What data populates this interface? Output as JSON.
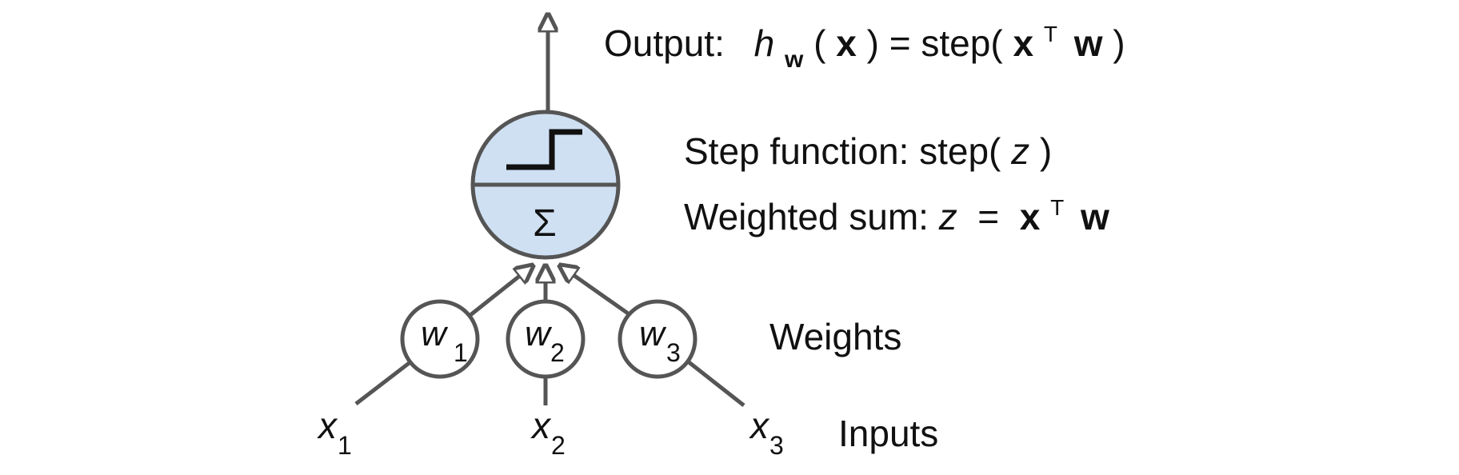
{
  "colors": {
    "stroke": "#555555",
    "neuron_fill": "#cfe0f3",
    "step_glyph": "#111111",
    "text": "#111111"
  },
  "output": {
    "prefix": "Output:",
    "h": "h",
    "h_sub": "w",
    "open": "(",
    "x": "x",
    "close_eq": ") = step(",
    "x2": "x",
    "T": "T",
    "w": "w",
    "end": ")"
  },
  "step_function": {
    "label": "Step function: step(",
    "z": "z",
    "end": ")"
  },
  "weighted_sum": {
    "label": "Weighted sum: ",
    "z": "z",
    "eq": " = ",
    "x": "x",
    "T": "T",
    "w": "w"
  },
  "neuron": {
    "sum_symbol": "Σ",
    "step_icon": "step-function-icon"
  },
  "weights": [
    {
      "symbol": "w",
      "sub": "1"
    },
    {
      "symbol": "w",
      "sub": "2"
    },
    {
      "symbol": "w",
      "sub": "3"
    }
  ],
  "inputs": [
    {
      "symbol": "x",
      "sub": "1"
    },
    {
      "symbol": "x",
      "sub": "2"
    },
    {
      "symbol": "x",
      "sub": "3"
    }
  ],
  "row_labels": {
    "weights": "Weights",
    "inputs": "Inputs"
  }
}
